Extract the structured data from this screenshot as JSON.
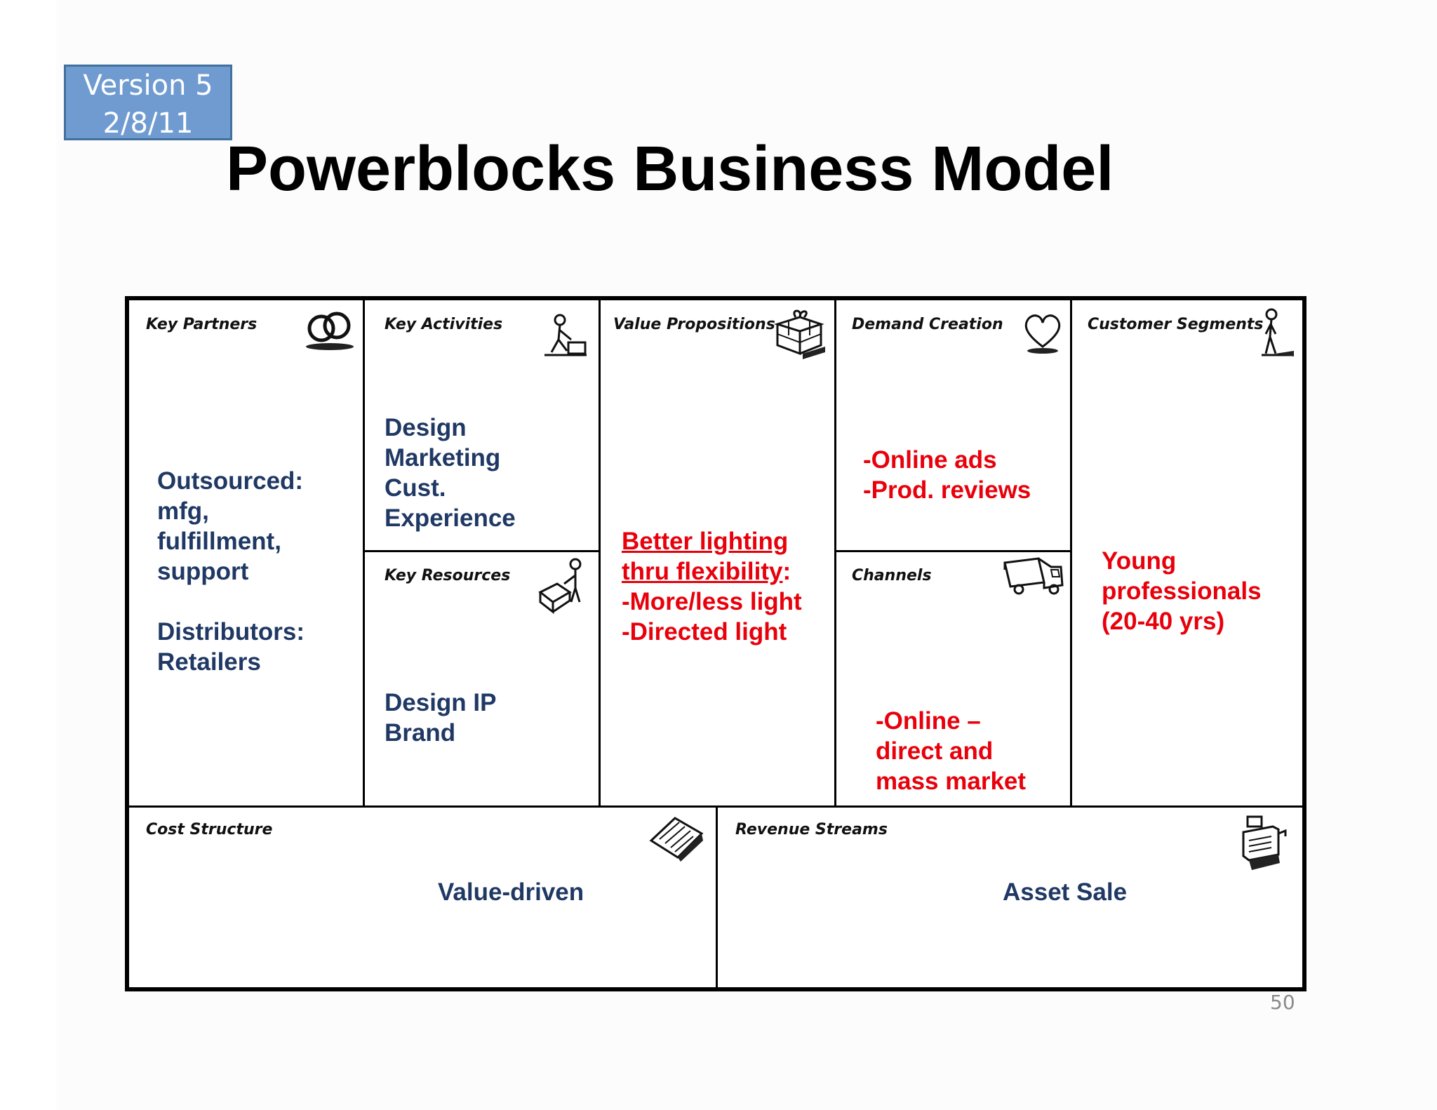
{
  "version_badge": {
    "line1": "Version 5",
    "line2": "2/8/11"
  },
  "title": "Powerblocks Business Model",
  "canvas": {
    "key_partners": {
      "label": "Key Partners",
      "icon": "linked-rings-icon",
      "lines": [
        "Outsourced:",
        "mfg,",
        "fulfillment,",
        "support",
        "",
        "Distributors:",
        "Retailers"
      ]
    },
    "key_activities": {
      "label": "Key Activities",
      "icon": "worker-icon",
      "lines": [
        "Design",
        "Marketing",
        "Cust.",
        "Experience"
      ]
    },
    "key_resources": {
      "label": "Key Resources",
      "icon": "worker-with-block-icon",
      "lines": [
        "Design IP",
        "Brand"
      ]
    },
    "value_propositions": {
      "label": "Value Propositions",
      "icon": "gift-icon",
      "lines": [
        {
          "underlined": "Better lighting",
          "rest": ""
        },
        {
          "underlined": "thru flexibility",
          "rest": ":"
        },
        {
          "underlined": "",
          "rest": "-More/less light"
        },
        {
          "underlined": "",
          "rest": "-Directed light"
        }
      ]
    },
    "demand_creation": {
      "label": "Demand Creation",
      "icon": "heart-icon",
      "lines": [
        "-Online ads",
        "-Prod. reviews"
      ]
    },
    "channels": {
      "label": "Channels",
      "icon": "truck-icon",
      "lines": [
        "-Online –",
        "direct and",
        "mass market"
      ]
    },
    "customer_segments": {
      "label": "Customer Segments",
      "icon": "person-icon",
      "lines": [
        "Young",
        "professionals",
        "(20-40 yrs)"
      ]
    },
    "cost_structure": {
      "label": "Cost Structure",
      "icon": "receipt-icon",
      "text": "Value-driven"
    },
    "revenue_streams": {
      "label": "Revenue Streams",
      "icon": "cash-register-icon",
      "text": "Asset Sale"
    }
  },
  "page_number": "50",
  "colors": {
    "navy": "#1f3864",
    "red": "#e8000b",
    "badge": "#6f9bd1"
  }
}
